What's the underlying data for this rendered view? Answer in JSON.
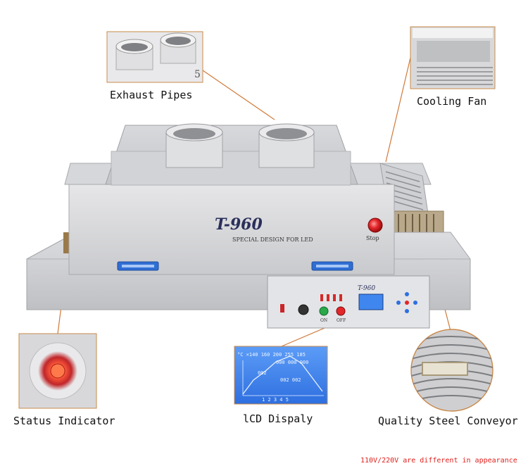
{
  "callouts": {
    "exhaust": "Exhaust Pipes",
    "cooling": "Cooling Fan",
    "status": "Status Indicator",
    "lcd": "lCD  Dispaly",
    "conveyor": "Quality Steel Conveyor"
  },
  "machine": {
    "model": "T-960",
    "tagline": "SPECIAL DESIGN FOR LED",
    "stop_label": "Stop",
    "panel_model": "T-960",
    "on_label": "ON",
    "off_label": "OFF",
    "inset_digit": "5"
  },
  "lcd_screen": {
    "row1": "°C ×140 160 200 255 185",
    "row2": "000 000 000",
    "mid": "002",
    "low": "002 002",
    "axis": "1  2  3  4  5"
  },
  "footer_note": "110V/220V are different in appearance",
  "colors": {
    "leader": "#d07a3a",
    "callout_border": "#c98a4a",
    "note": "#e0201c",
    "stop_red": "#e3262a",
    "on_green": "#2aa84a",
    "lcd_blue": "#4f8ff0"
  }
}
